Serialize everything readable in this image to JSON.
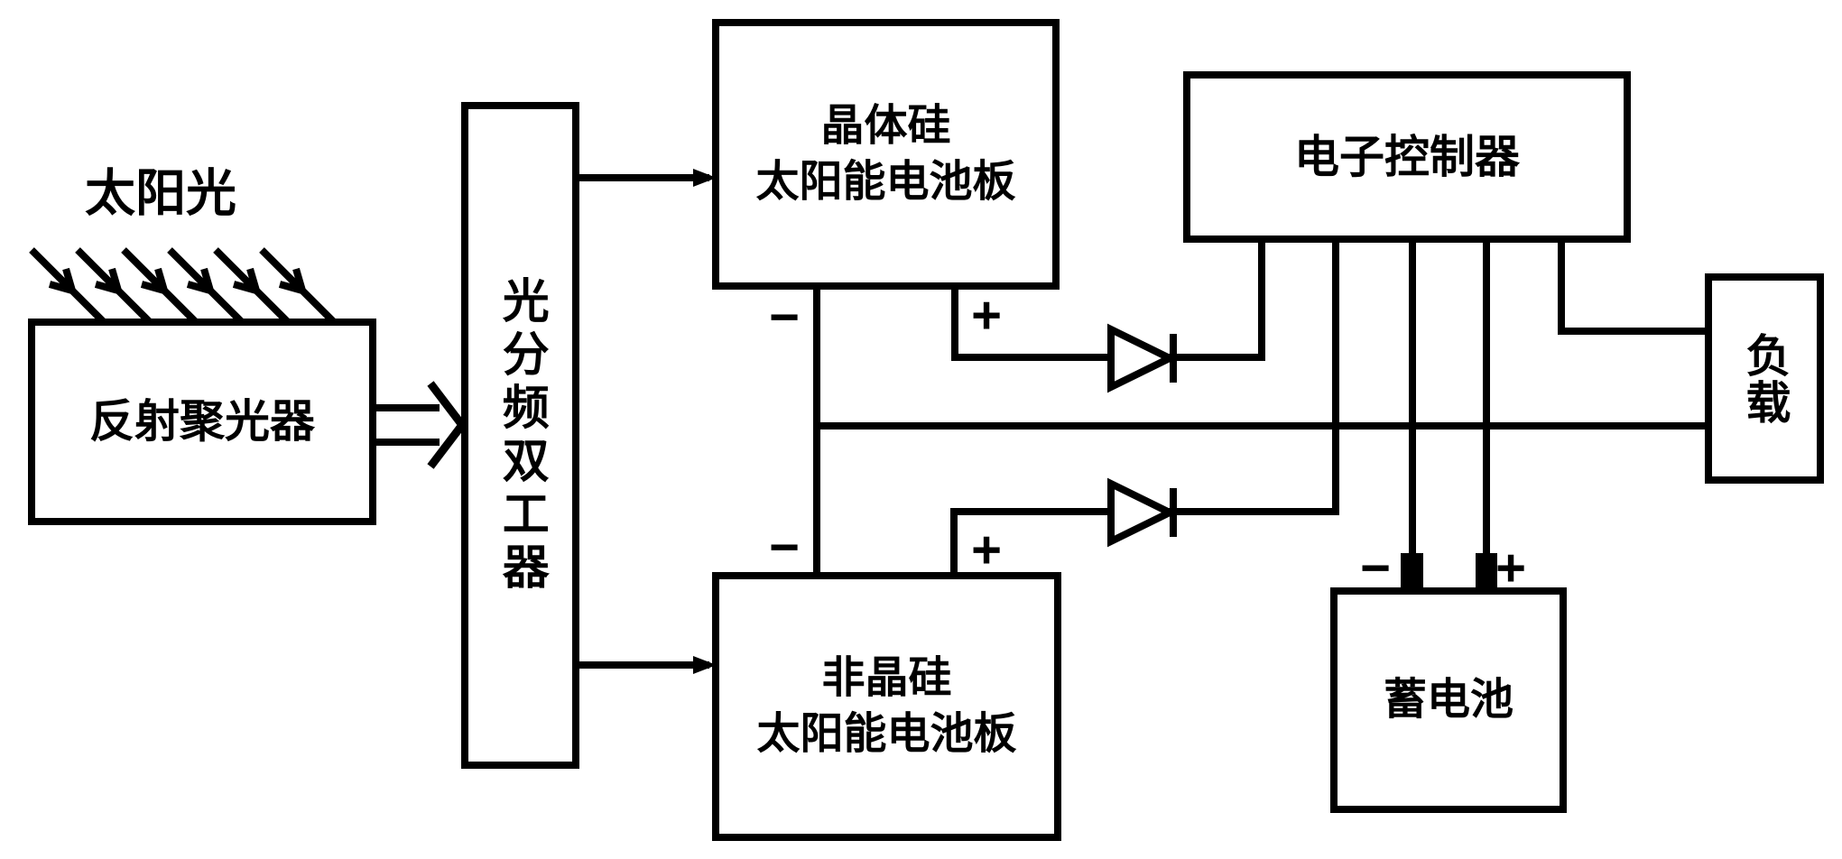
{
  "diagram": {
    "description": "Block diagram of a spectrum-splitting concentrated solar photovoltaic system",
    "colors": {
      "ink": "#000000",
      "background": "#ffffff"
    },
    "nodes": {
      "sunlight_label": "太阳光",
      "reflector": "反射聚光器",
      "duplexer": "光分频双工器",
      "panel_crystalline": {
        "line1": "晶体硅",
        "line2": "太阳能电池板"
      },
      "panel_amorphous": {
        "line1": "非晶硅",
        "line2": "太阳能电池板"
      },
      "controller": "电子控制器",
      "battery": "蓄电池",
      "load": "负载"
    },
    "symbols": {
      "minus": "−",
      "plus": "+"
    }
  }
}
